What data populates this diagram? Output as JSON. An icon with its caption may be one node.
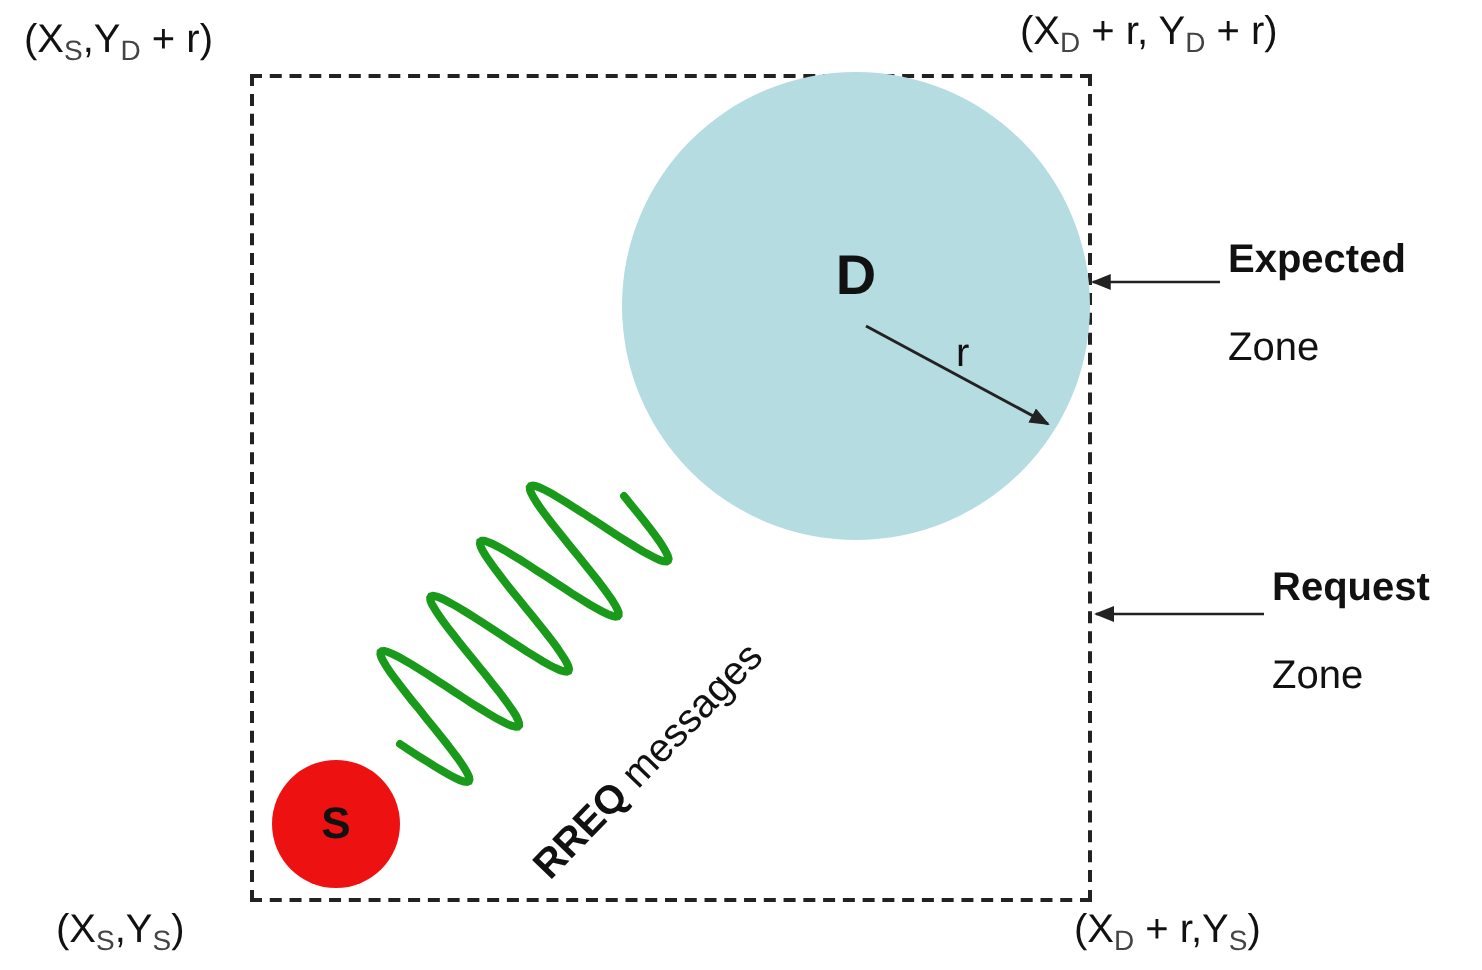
{
  "diagram": {
    "nodes": [
      {
        "text": [],
        "shape": "box"
      },
      {
        "text": [
          "D"
        ],
        "in": 0
      },
      {
        "text": [
          "S"
        ],
        "in": 0
      },
      {
        "text": [
          "Expected",
          "Zone"
        ]
      },
      {
        "text": [
          "Request",
          "Zone"
        ]
      }
    ],
    "edges": [
      {
        "from": 3,
        "to": 1,
        "arrow": "to"
      },
      {
        "from": 4,
        "to": 0,
        "arrow": "to"
      }
    ],
    "labels": [
      "(X$_{S}$,Y$_{D}$ + r)",
      "(X$_{D}$ + r, Y$_{D}$ + r)",
      "r",
      "**RREQ** messages",
      "(X$_{S}$,Y$_{S}$)",
      "(X$_{D}$ + r,Y$_{S}$)"
    ]
  }
}
